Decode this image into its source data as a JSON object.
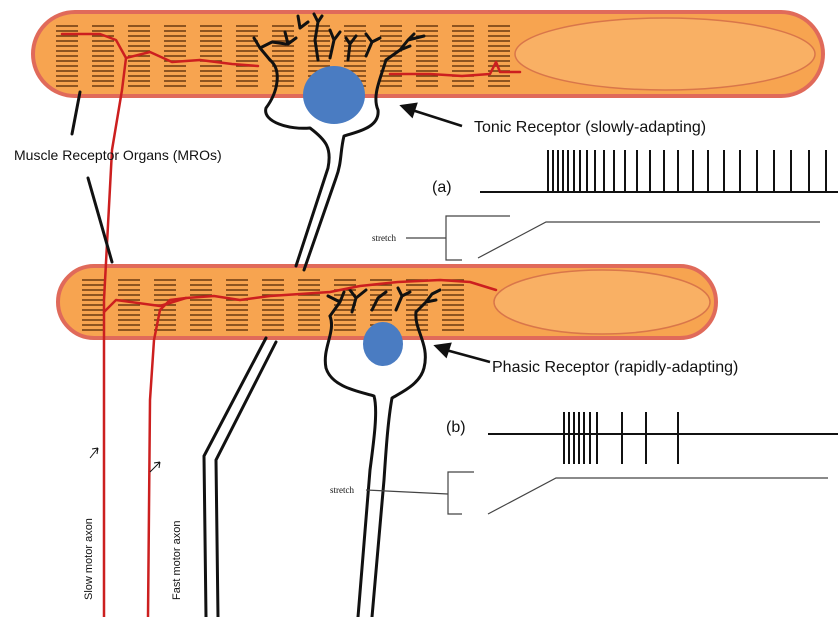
{
  "labels": {
    "mro": "Muscle Receptor Organs (MROs)",
    "tonic": "Tonic Receptor (slowly-adapting)",
    "phasic": "Phasic Receptor (rapidly-adapting)",
    "panel_a": "(a)",
    "panel_b": "(b)",
    "stretch_a": "stretch",
    "stretch_b": "stretch",
    "slow_axon": "Slow motor  axon",
    "fast_axon": "Fast motor axon"
  },
  "colors": {
    "muscle_fill": "#f7a450",
    "muscle_outline": "#e06a5a",
    "muscle_end_fill": "#f9b064",
    "cell_body": "#4a7cc2",
    "axon": "#cc1f1f",
    "striation": "#6b3a10",
    "stroke": "#111111"
  },
  "spike_trains": {
    "tonic_count": 22,
    "phasic_count": 9
  }
}
